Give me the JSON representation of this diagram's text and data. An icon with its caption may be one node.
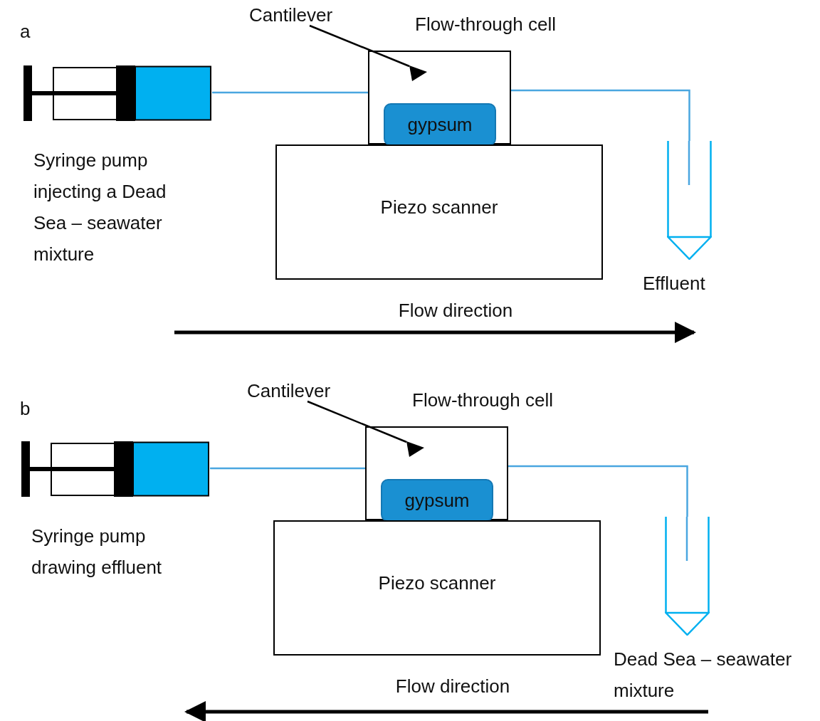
{
  "diagram": {
    "nodes": [
      {
        "text": [],
        "shape": "syringe",
        "beside": [
          "Syringe pump injecting a Dead Sea – seawater mixture"
        ]
      },
      {
        "text": [
          "Flow-through cell"
        ]
      },
      {
        "text": [
          "gypsum"
        ],
        "in": 1
      },
      {
        "text": [
          "Piezo scanner"
        ]
      },
      {
        "text": [],
        "shape": "tube",
        "beside": [
          "Effluent"
        ]
      },
      {
        "text": [
          "Cantilever"
        ]
      },
      {
        "text": [],
        "shape": "triangle",
        "in": 1
      },
      {
        "text": [],
        "shape": "syringe",
        "beside": [
          "Syringe pump drawing effluent"
        ]
      },
      {
        "text": [
          "Flow-through cell"
        ]
      },
      {
        "text": [
          "gypsum"
        ],
        "in": 8
      },
      {
        "text": [
          "Piezo scanner"
        ]
      },
      {
        "text": [],
        "shape": "tube",
        "beside": [
          "Dead Sea – seawater mixture"
        ]
      },
      {
        "text": [
          "Cantilever"
        ]
      },
      {
        "text": [],
        "shape": "triangle",
        "in": 8
      }
    ],
    "edges": [
      {
        "from": 0,
        "to": 1,
        "arrow": "none"
      },
      {
        "from": 1,
        "to": 4,
        "arrow": "none"
      },
      {
        "from": 5,
        "to": 6,
        "arrow": "none",
        "color": "#000000"
      },
      {
        "from": 7,
        "to": 8,
        "arrow": "none"
      },
      {
        "from": 8,
        "to": 11,
        "arrow": "none"
      },
      {
        "from": 12,
        "to": 13,
        "arrow": "none",
        "color": "#000000"
      }
    ],
    "labels": [
      "a",
      "Flow direction",
      "b",
      "Flow direction"
    ]
  }
}
